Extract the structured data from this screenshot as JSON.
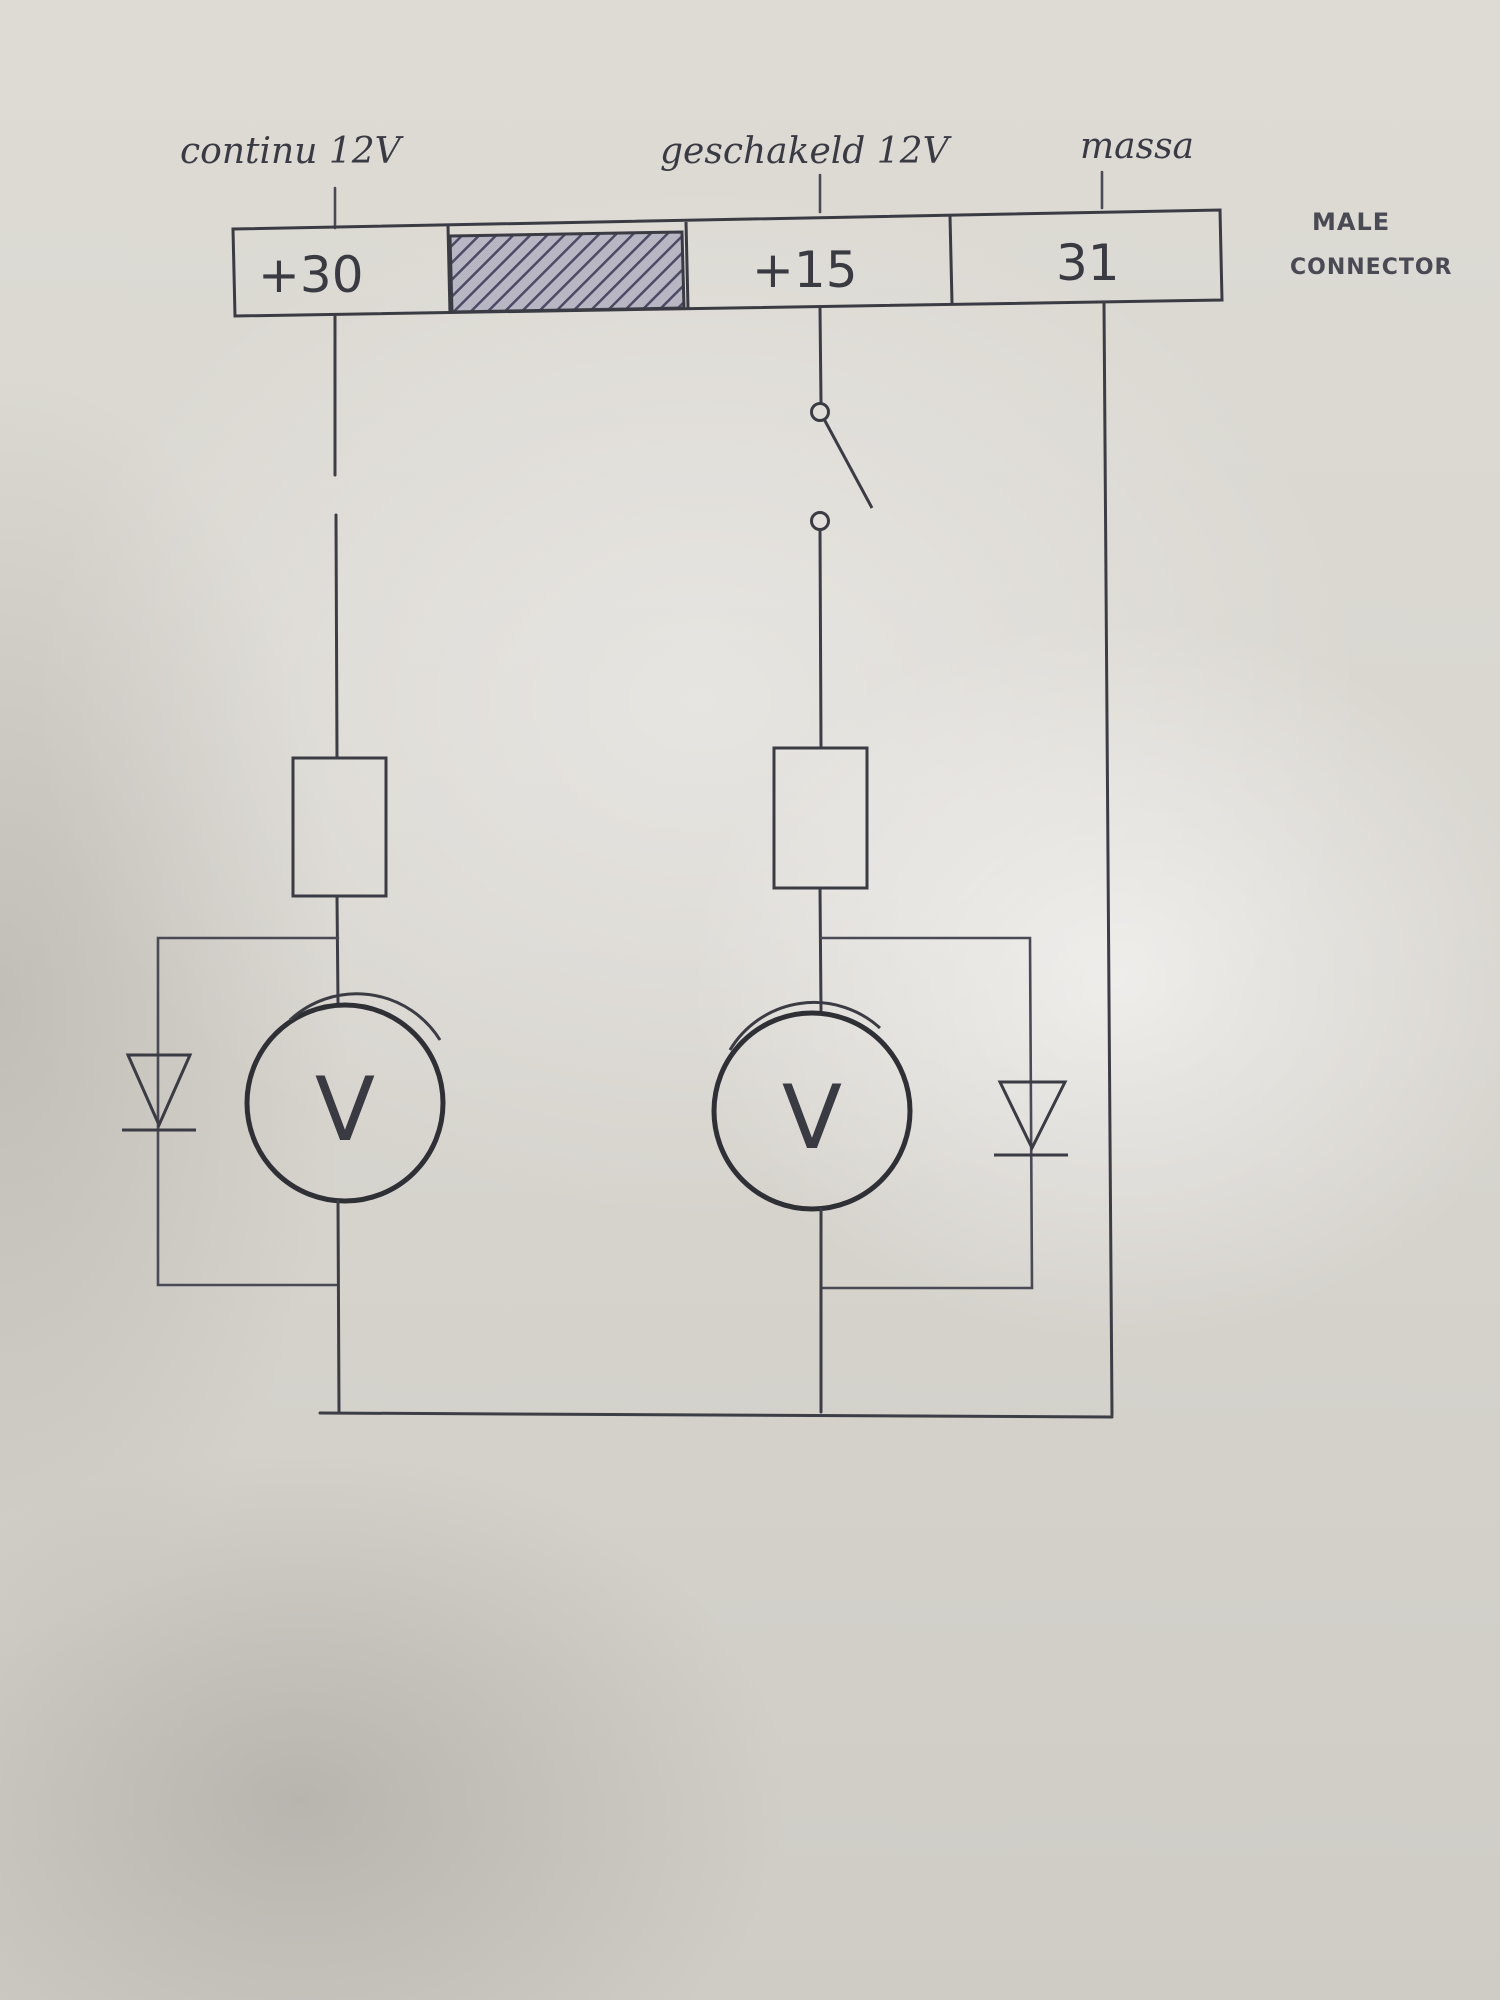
{
  "top_labels": {
    "continuous": "continu 12V",
    "switched": "geschakeld 12V",
    "ground": "massa"
  },
  "connector": {
    "pin_30": "+30",
    "pin_15": "+15",
    "pin_31": "31",
    "label_line1": "MALE",
    "label_line2": "CONNECTOR"
  },
  "meters": {
    "left_symbol": "V",
    "right_symbol": "V"
  }
}
